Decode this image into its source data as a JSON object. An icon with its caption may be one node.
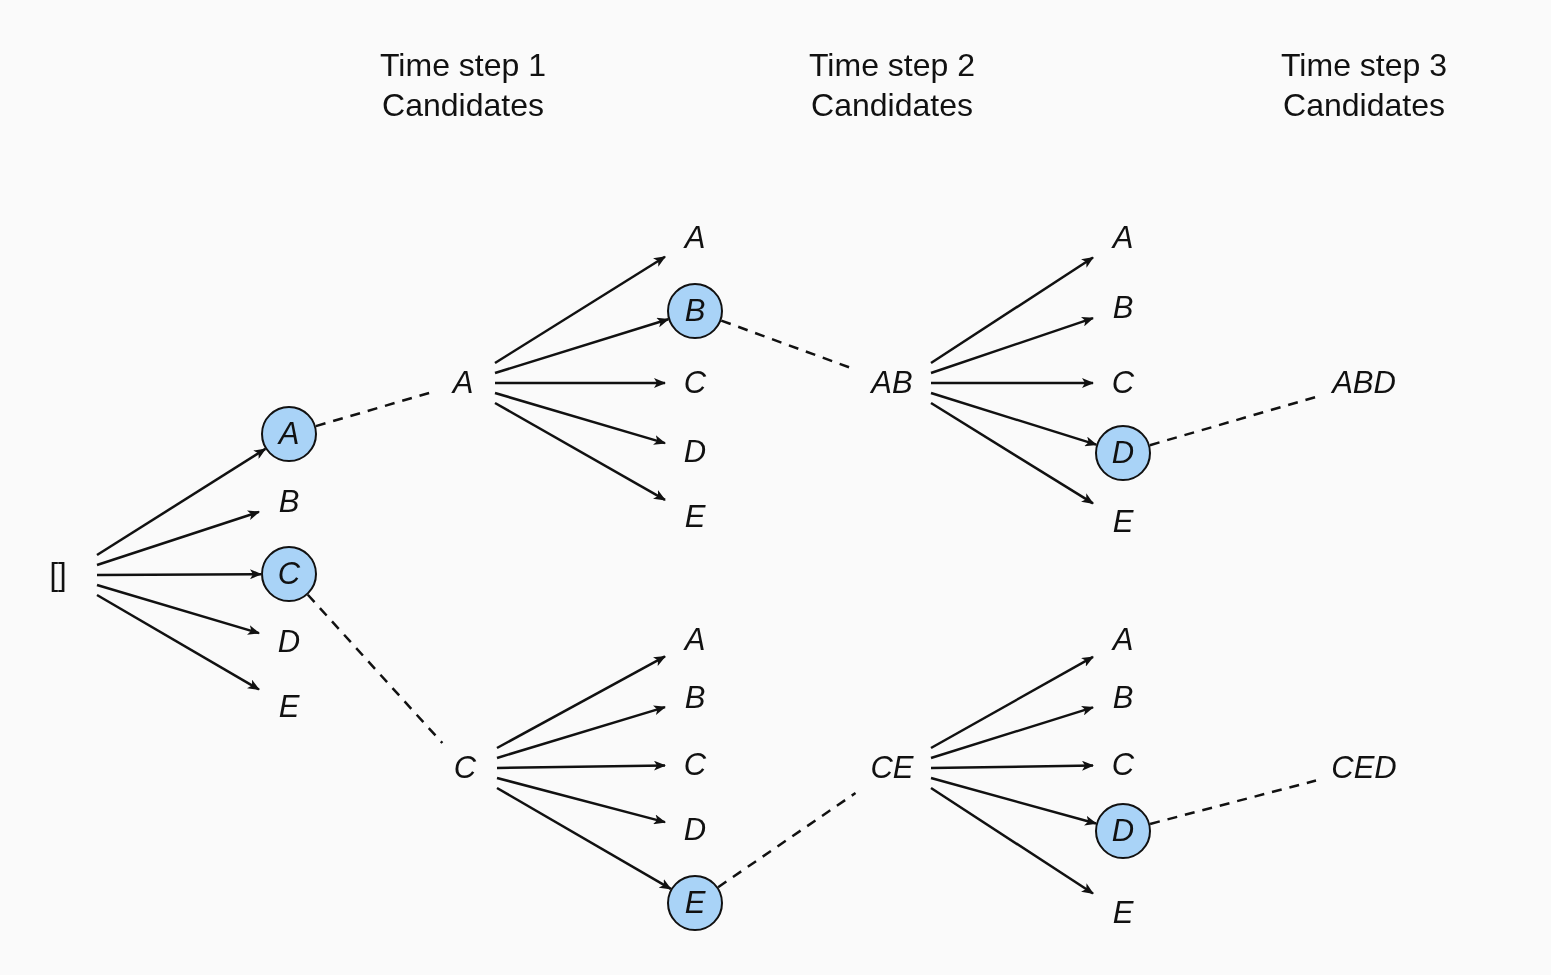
{
  "diagram": {
    "nodes": [
      {
        "text": [
          "[]"
        ]
      },
      {
        "text": [
          "A"
        ]
      },
      {
        "text": [
          "B"
        ]
      },
      {
        "text": [
          "C"
        ]
      },
      {
        "text": [
          "D"
        ]
      },
      {
        "text": [
          "E"
        ]
      },
      {
        "text": [
          "A"
        ]
      },
      {
        "text": [
          "C"
        ]
      },
      {
        "text": [
          "A"
        ]
      },
      {
        "text": [
          "B"
        ]
      },
      {
        "text": [
          "C"
        ]
      },
      {
        "text": [
          "D"
        ]
      },
      {
        "text": [
          "E"
        ]
      },
      {
        "text": [
          "A"
        ]
      },
      {
        "text": [
          "B"
        ]
      },
      {
        "text": [
          "C"
        ]
      },
      {
        "text": [
          "D"
        ]
      },
      {
        "text": [
          "E"
        ]
      },
      {
        "text": [
          "AB"
        ]
      },
      {
        "text": [
          "CE"
        ]
      },
      {
        "text": [
          "A"
        ]
      },
      {
        "text": [
          "B"
        ]
      },
      {
        "text": [
          "C"
        ]
      },
      {
        "text": [
          "D"
        ]
      },
      {
        "text": [
          "E"
        ]
      },
      {
        "text": [
          "A"
        ]
      },
      {
        "text": [
          "B"
        ]
      },
      {
        "text": [
          "C"
        ]
      },
      {
        "text": [
          "D"
        ]
      },
      {
        "text": [
          "E"
        ]
      },
      {
        "text": [
          "ABD"
        ]
      },
      {
        "text": [
          "CED"
        ]
      }
    ],
    "edges": [
      {
        "from": 0,
        "to": 1,
        "arrow": "to"
      },
      {
        "from": 0,
        "to": 2,
        "arrow": "to"
      },
      {
        "from": 0,
        "to": 3,
        "arrow": "to"
      },
      {
        "from": 0,
        "to": 4,
        "arrow": "to"
      },
      {
        "from": 0,
        "to": 5,
        "arrow": "to"
      },
      {
        "from": 1,
        "to": 6,
        "arrow": "none",
        "style": "dashed"
      },
      {
        "from": 3,
        "to": 7,
        "arrow": "none",
        "style": "dashed"
      },
      {
        "from": 6,
        "to": 8,
        "arrow": "to"
      },
      {
        "from": 6,
        "to": 9,
        "arrow": "to"
      },
      {
        "from": 6,
        "to": 10,
        "arrow": "to"
      },
      {
        "from": 6,
        "to": 11,
        "arrow": "to"
      },
      {
        "from": 6,
        "to": 12,
        "arrow": "to"
      },
      {
        "from": 7,
        "to": 13,
        "arrow": "to"
      },
      {
        "from": 7,
        "to": 14,
        "arrow": "to"
      },
      {
        "from": 7,
        "to": 15,
        "arrow": "to"
      },
      {
        "from": 7,
        "to": 16,
        "arrow": "to"
      },
      {
        "from": 7,
        "to": 17,
        "arrow": "to"
      },
      {
        "from": 9,
        "to": 18,
        "arrow": "none",
        "style": "dashed"
      },
      {
        "from": 17,
        "to": 19,
        "arrow": "none",
        "style": "dashed"
      },
      {
        "from": 18,
        "to": 20,
        "arrow": "to"
      },
      {
        "from": 18,
        "to": 21,
        "arrow": "to"
      },
      {
        "from": 18,
        "to": 22,
        "arrow": "to"
      },
      {
        "from": 18,
        "to": 23,
        "arrow": "to"
      },
      {
        "from": 18,
        "to": 24,
        "arrow": "to"
      },
      {
        "from": 19,
        "to": 25,
        "arrow": "to"
      },
      {
        "from": 19,
        "to": 26,
        "arrow": "to"
      },
      {
        "from": 19,
        "to": 27,
        "arrow": "to"
      },
      {
        "from": 19,
        "to": 28,
        "arrow": "to"
      },
      {
        "from": 19,
        "to": 29,
        "arrow": "to"
      },
      {
        "from": 23,
        "to": 30,
        "arrow": "none",
        "style": "dashed"
      },
      {
        "from": 28,
        "to": 31,
        "arrow": "none",
        "style": "dashed"
      }
    ],
    "labels": [
      "Time step 1 Candidates",
      "Time step 2 Candidates",
      "Time step 3 Candidates"
    ]
  }
}
